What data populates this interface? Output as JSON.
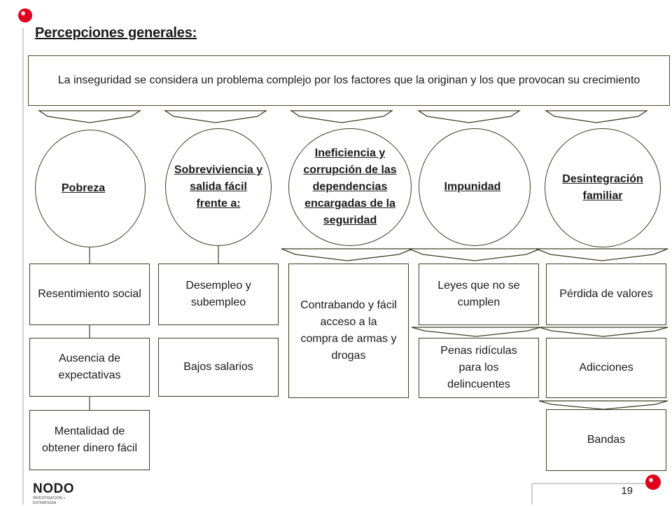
{
  "page": {
    "title": "Percepciones generales:",
    "page_number": "19"
  },
  "banner": {
    "text": "La inseguridad se considera un problema complejo por los factores que la originan y los que provocan su crecimiento"
  },
  "factors": [
    {
      "label": "Pobreza"
    },
    {
      "label": "Sobreviviencia y salida fácil frente a:"
    },
    {
      "label": "Ineficiencia y corrupción de las dependencias encargadas de la seguridad"
    },
    {
      "label": "Impunidad"
    },
    {
      "label": "Desintegración familiar"
    }
  ],
  "effects": {
    "col1": [
      "Resentimiento social",
      "Ausencia de expectativas",
      "Mentalidad de obtener dinero fácil"
    ],
    "col2": [
      "Desempleo y subempleo",
      "Bajos salarios"
    ],
    "col3": [
      "Contrabando y fácil acceso a la compra de armas y drogas"
    ],
    "col4": [
      "Leyes que no se cumplen",
      "Penas ridículas para los delincuentes"
    ],
    "col5": [
      "Pérdida de valores",
      "Adicciones",
      "Bandas"
    ]
  },
  "logo": {
    "name": "NODO",
    "tagline": "INVESTIGACIÓN + ESTRATEGIA"
  },
  "colors": {
    "accent_red": "#e0001b",
    "line": "#3e3e24",
    "arrow_fill": "#ffffff"
  }
}
